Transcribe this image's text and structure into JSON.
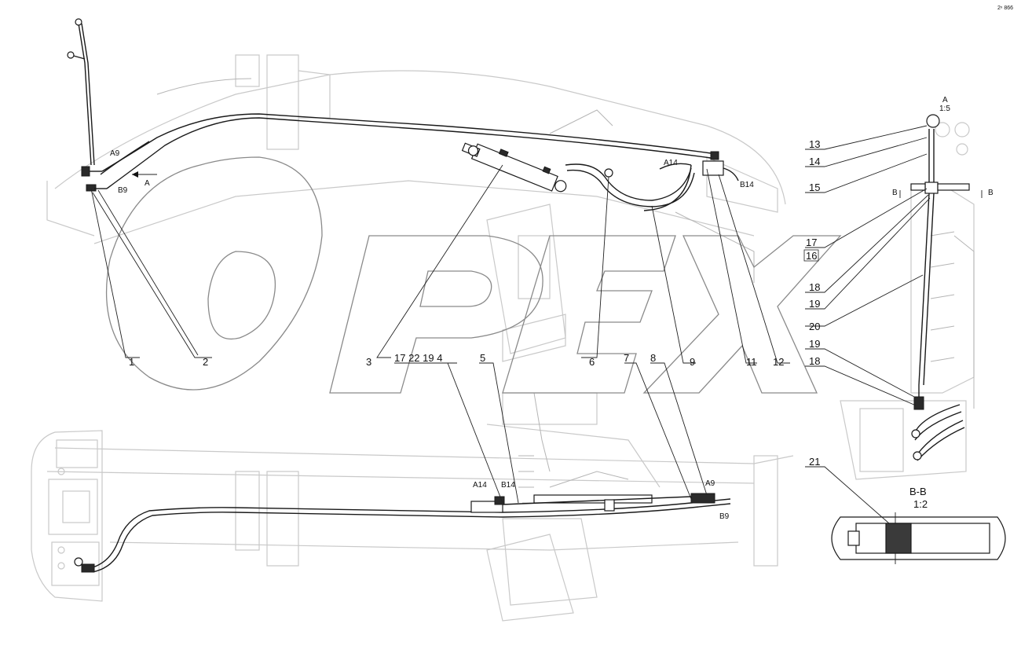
{
  "corner_code": "2ⁿ 866",
  "watermark": "OPEX",
  "labels": {
    "c1": "1",
    "c2": "2",
    "c3": "3",
    "c4": "17 22 19 4",
    "c5": "5",
    "c6": "6",
    "c7": "7",
    "c8": "8",
    "c9": "9",
    "c11": "11",
    "c12": "12",
    "r13": "13",
    "r14": "14",
    "r15": "15",
    "r17": "17",
    "r16": "16",
    "r18": "18",
    "r19": "19",
    "r20": "20",
    "r19b": "19",
    "r18b": "18",
    "r21": "21"
  },
  "connectors": {
    "a9_top": "A9",
    "b9_top": "B9",
    "a_arrow": "A",
    "a14_top": "A14",
    "b14_top": "B14",
    "a14_bot": "A14",
    "b14_bot": "B14",
    "a9_bot": "A9",
    "b9_bot": "B9"
  },
  "views": {
    "view_a": "A",
    "view_a_scale": "1:5",
    "section_b_left": "B",
    "section_b_right": "B",
    "section_bb": "B-B",
    "section_bb_scale": "1:2"
  }
}
